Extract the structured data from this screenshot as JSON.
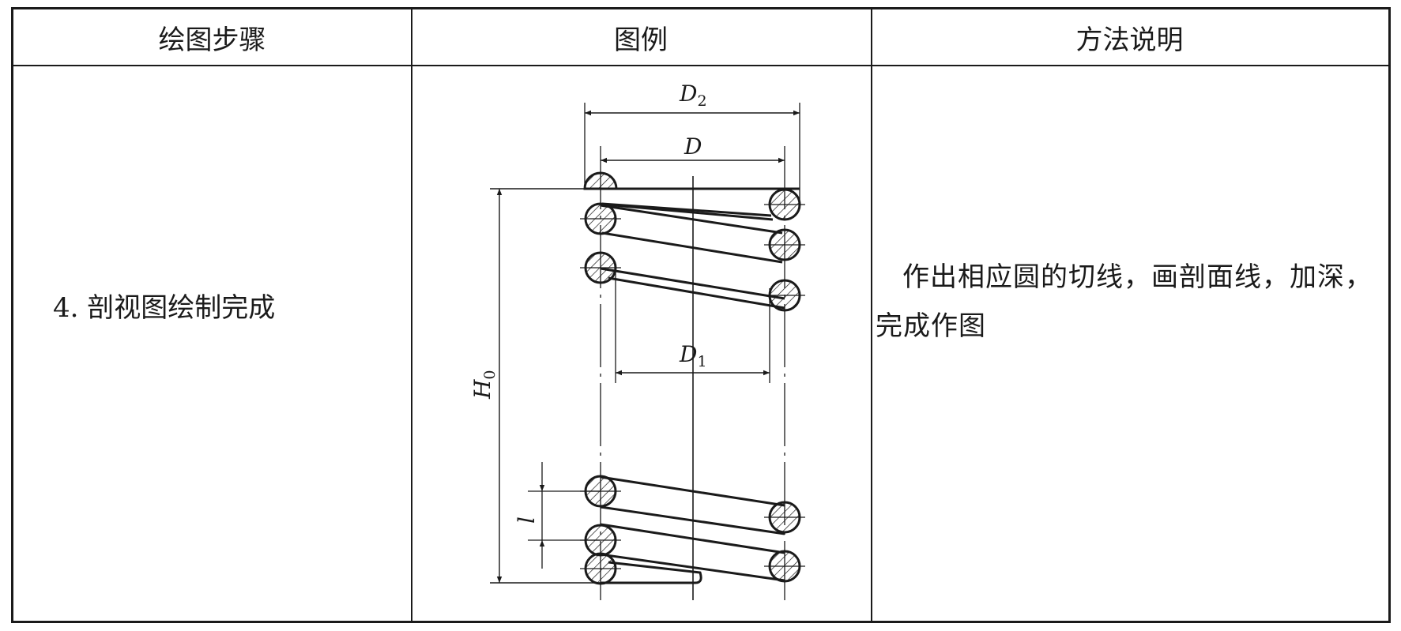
{
  "table": {
    "headers": [
      "绘图步骤",
      "图例",
      "方法说明"
    ],
    "step": "4. 剖视图绘制完成",
    "description": "作出相应圆的切线，画剖面线，加深，完成作图"
  },
  "figure": {
    "labels": {
      "D2": "D",
      "D2_sub": "2",
      "D": "D",
      "D1": "D",
      "D1_sub": "1",
      "H0": "H",
      "H0_sub": "0",
      "l": "l"
    }
  }
}
